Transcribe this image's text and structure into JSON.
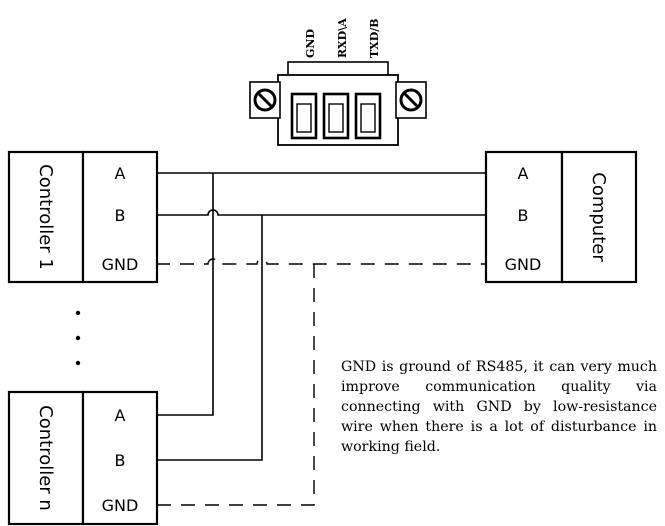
{
  "connector": {
    "pins": [
      "GND",
      "RXD\\A",
      "TXD/B"
    ]
  },
  "controller_1": {
    "title": "Controller 1",
    "pins": [
      "A",
      "B",
      "GND"
    ]
  },
  "controller_n": {
    "title": "Controller n",
    "pins": [
      "A",
      "B",
      "GND"
    ]
  },
  "computer": {
    "title": "Computer",
    "pins": [
      "A",
      "B",
      "GND"
    ]
  },
  "ellipsis": "·\n·\n·",
  "note": "GND is ground of RS485, it can very much improve communication quality via connecting with GND by low-resistance wire when there is a lot of disturbance in working field."
}
